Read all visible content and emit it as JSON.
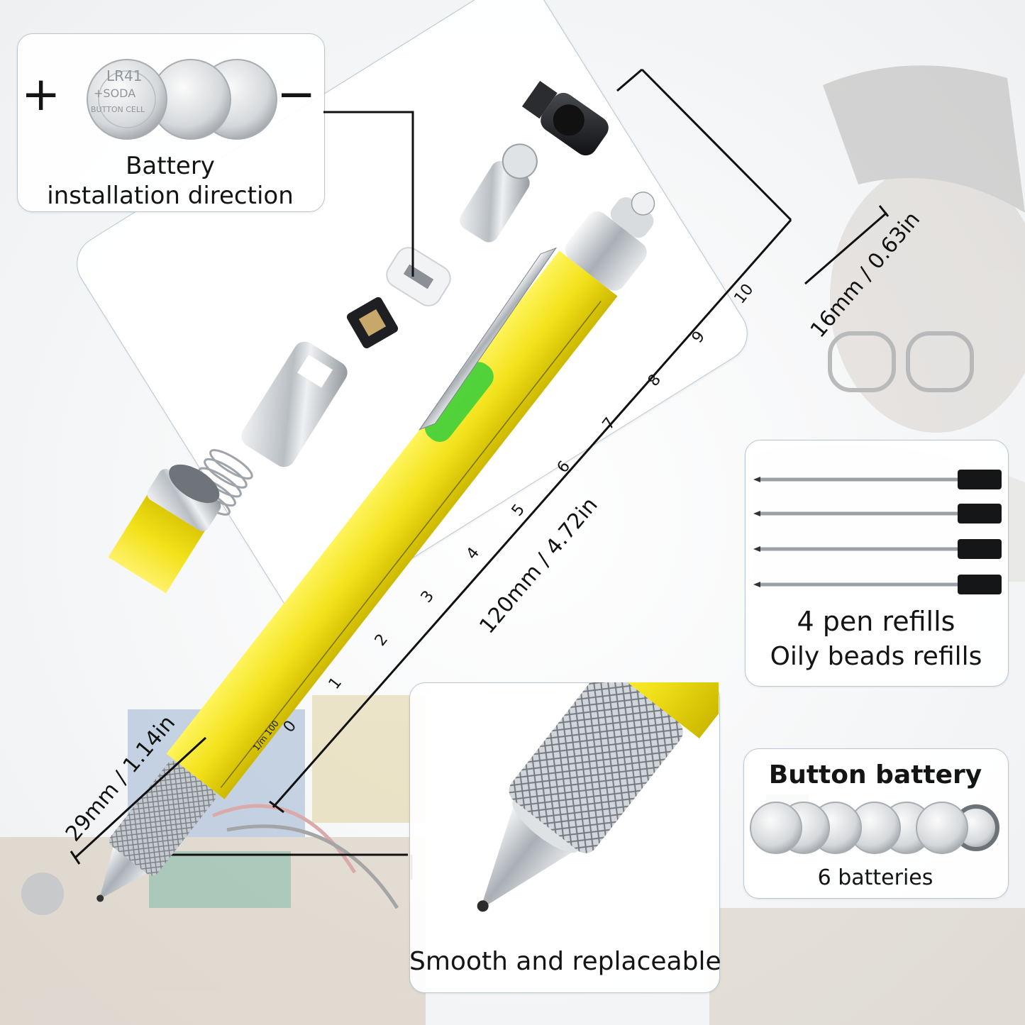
{
  "battery_box": {
    "plus": "+",
    "minus": "−",
    "title_line1": "Battery",
    "title_line2": "installation direction",
    "cell_marking": [
      "LR41",
      "+SODA",
      "BUTTON CELL"
    ]
  },
  "dimensions": {
    "length": "120mm / 4.72in",
    "diameter": "16mm / 0.63in",
    "grip": "29mm / 1.14in"
  },
  "ruler": {
    "ticks": [
      "0",
      "1",
      "2",
      "3",
      "4",
      "5",
      "6",
      "7",
      "8",
      "9",
      "10"
    ],
    "fraction": "1/m 100"
  },
  "refills_box": {
    "count": 4,
    "line1": "4 pen refills",
    "line2": "Oily beads refills"
  },
  "button_battery_box": {
    "title": "Button battery",
    "caption": "6 batteries",
    "count": 6
  },
  "tip_box": {
    "caption": "Smooth and replaceable"
  },
  "colors": {
    "pen_body": "#f2e21a",
    "level_vial": "#3fcf3a",
    "metal": "#c9ced3",
    "card_border": "#b9c7d2"
  }
}
